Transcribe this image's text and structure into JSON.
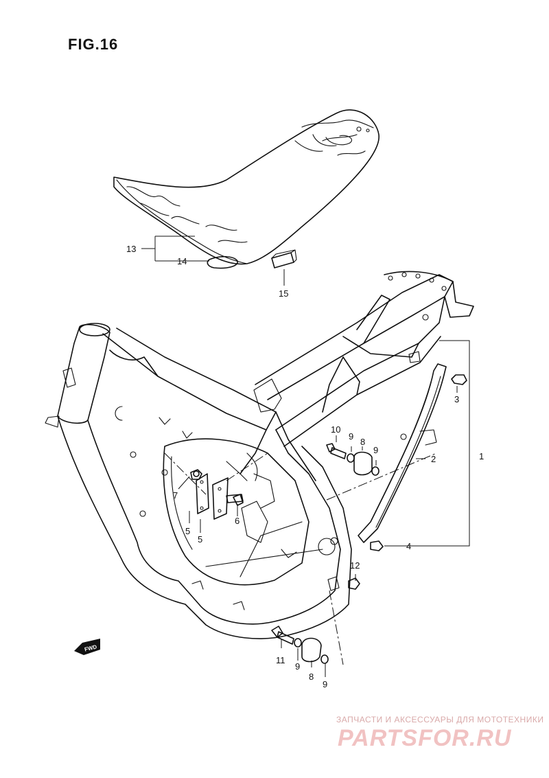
{
  "figure": {
    "title": "FIG.16"
  },
  "callouts": {
    "c1": "1",
    "c2": "2",
    "c3": "3",
    "c4": "4",
    "c5a": "5",
    "c5b": "5",
    "c6": "6",
    "c7": "7",
    "c8a": "8",
    "c8b": "8",
    "c9a": "9",
    "c9b": "9",
    "c9c": "9",
    "c9d": "9",
    "c10": "10",
    "c11": "11",
    "c12": "12",
    "c13": "13",
    "c14": "14",
    "c15": "15"
  },
  "direction_badge": {
    "label": "FWD"
  },
  "watermark": {
    "caption": "ЗАПЧАСТИ И АКСЕССУАРЫ ДЛЯ МОТОТЕХНИКИ",
    "logo_text": "PARTSFOR.RU",
    "color": "#e58f8f"
  }
}
